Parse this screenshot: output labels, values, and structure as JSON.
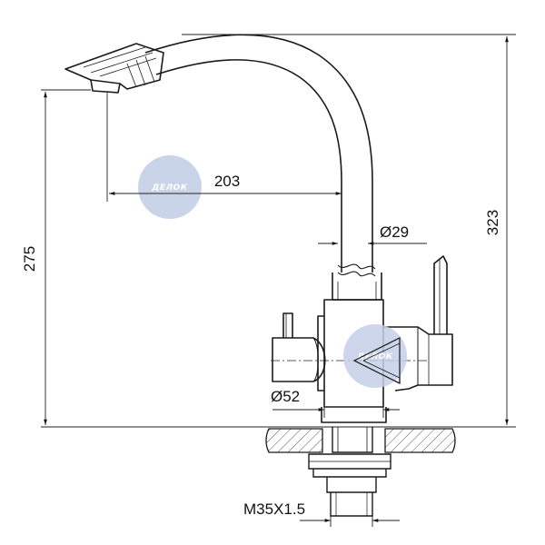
{
  "dimensions": {
    "spout_reach": "203",
    "height_to_outlet": "275",
    "total_height": "323",
    "spout_diameter": "Ø29",
    "body_diameter": "Ø52",
    "thread": "M35X1.5"
  },
  "watermark": {
    "text": "ДЕЛОК",
    "color": "#b9c6e3"
  },
  "colors": {
    "line": "#1a1a1a",
    "hatch": "#555555"
  }
}
